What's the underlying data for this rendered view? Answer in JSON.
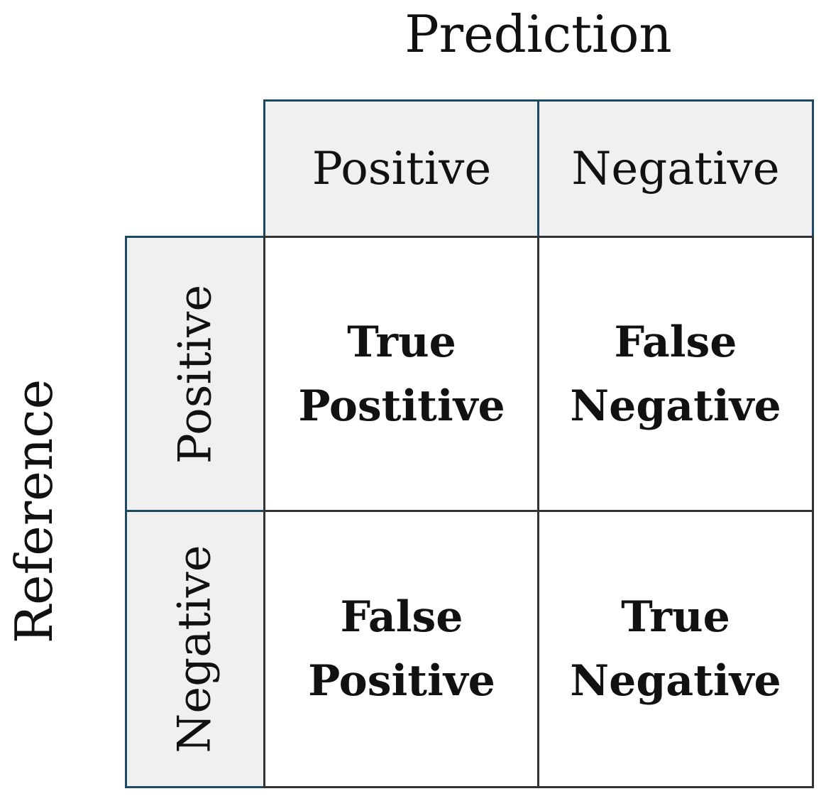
{
  "prediction_title": "Prediction",
  "reference_title": "Reference",
  "column_headers": [
    "Positive",
    "Negative"
  ],
  "row_headers": [
    "Positive",
    "Negative"
  ],
  "cells": [
    [
      "True",
      "Postitive"
    ],
    [
      "False",
      "Negative"
    ],
    [
      "False",
      "Positive"
    ],
    [
      "True",
      "Negative"
    ]
  ],
  "colors": {
    "header_border": "#1d4a63",
    "header_fill": "#f0f0f0",
    "cell_border": "#333333"
  }
}
